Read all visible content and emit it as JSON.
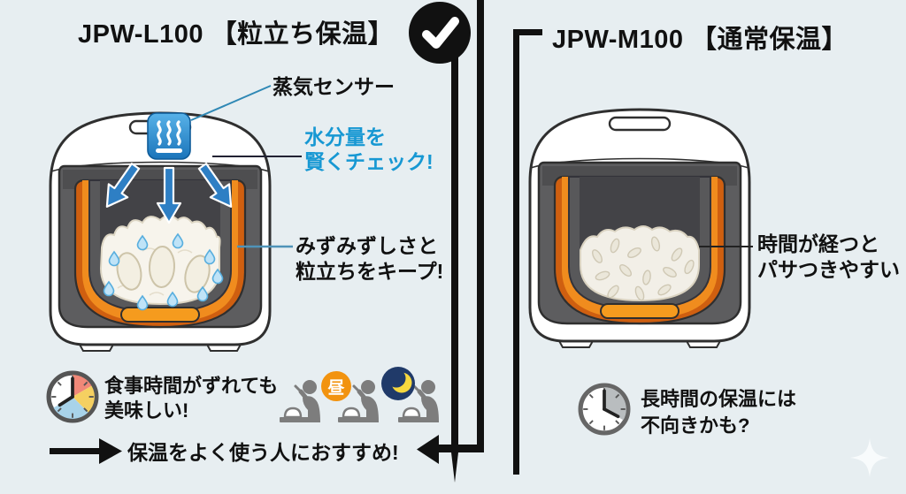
{
  "colors": {
    "background": "#e7eef1",
    "accent_blue": "#1798d3",
    "sensor_blue": "#2e7fc4",
    "pot_orange": "#e9791a",
    "frame_black": "#111111",
    "noon_orange": "#f2930f",
    "moon_navy": "#203a69",
    "icon_gray": "#7d7d7d"
  },
  "left_panel": {
    "title": "JPW-L100 【粒立ち保温】",
    "sensor_label": "蒸気センサー",
    "moisture_line1": "水分量を",
    "moisture_line2": "賢くチェック!",
    "keep_line1": "みずみずしさと",
    "keep_line2": "粒立ちをキープ!",
    "meal_line1": "食事時間がずれても",
    "meal_line2": "美味しい!",
    "noon_badge": "昼",
    "recommend": "保温をよく使う人におすすめ!"
  },
  "right_panel": {
    "title": "JPW-M100 【通常保温】",
    "dry_line1": "時間が経つと",
    "dry_line2": "パサつきやすい",
    "longtime_line1": "長時間の保温には",
    "longtime_line2": "不向きかも?"
  }
}
